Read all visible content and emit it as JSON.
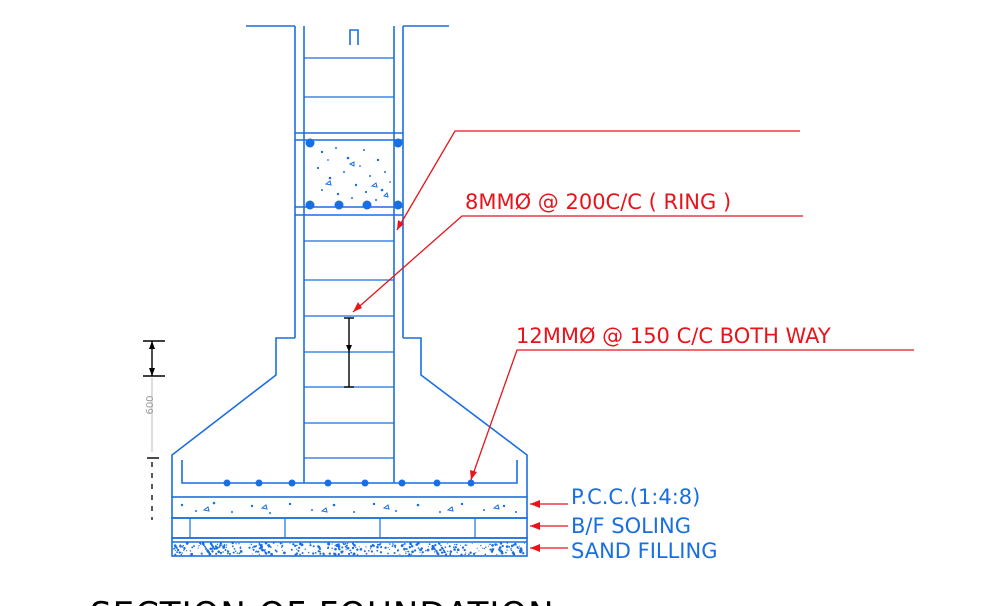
{
  "diagram": {
    "callouts": {
      "ring": "8MMØ @ 200C/C ( RING )",
      "mesh": "12MMØ @ 150 C/C BOTH WAY"
    },
    "layers": {
      "pcc": "P.C.C.(1:4:8)",
      "soling": "B/F SOLING",
      "sand": "SAND FILLING"
    },
    "dimension_text": "600",
    "title": "SECTION OF FOUNDATION",
    "colors": {
      "structure": "#1a6fe0",
      "annotation": "#e8141b",
      "dimension": "#000000"
    }
  }
}
